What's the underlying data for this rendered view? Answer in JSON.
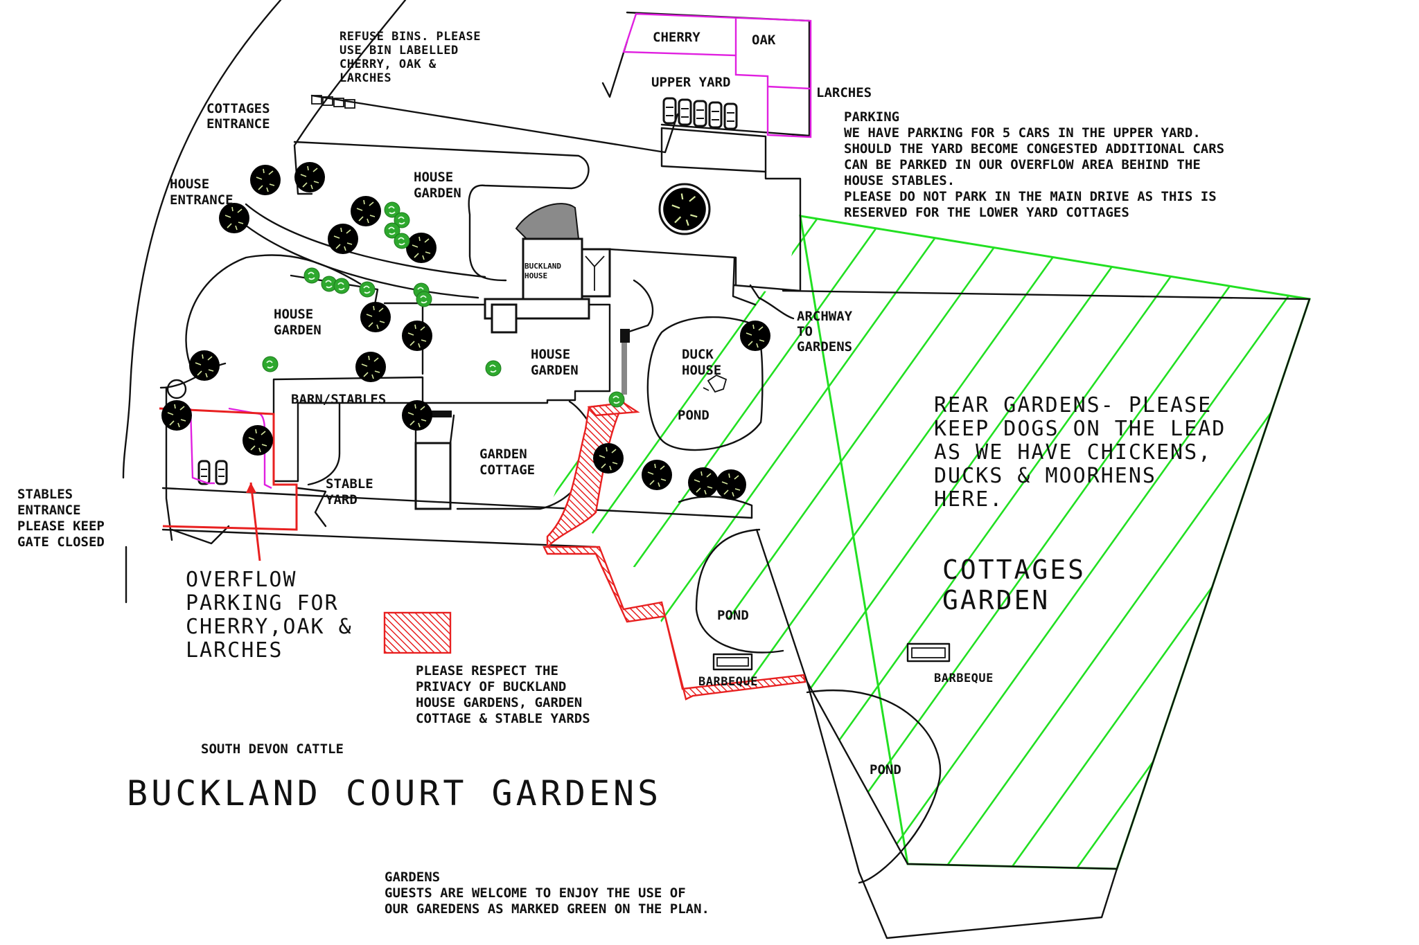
{
  "title": "BUCKLAND COURT GARDENS",
  "colors": {
    "garden_hatch": "#22e022",
    "private_area": "#e82020",
    "parking_allocation": "#e020e0",
    "tree": "#78a21e",
    "line": "#111111"
  },
  "labels": {
    "refuse_bins": [
      "REFUSE BINS. PLEASE",
      "USE BIN LABELLED",
      "CHERRY, OAK &",
      "LARCHES"
    ],
    "cottages_entrance": [
      "COTTAGES",
      "ENTRANCE"
    ],
    "house_entrance": [
      "HOUSE",
      "ENTRANCE"
    ],
    "house_garden_top": [
      "HOUSE",
      "GARDEN"
    ],
    "house_garden_left": [
      "HOUSE",
      "GARDEN"
    ],
    "house_garden_center": [
      "HOUSE",
      "GARDEN"
    ],
    "buckland_house": [
      "BUCKLAND",
      "HOUSE"
    ],
    "barn_stables": "BARN/STABLES",
    "stable_yard": [
      "STABLE",
      "YARD"
    ],
    "garden_cottage": [
      "GARDEN",
      "COTTAGE"
    ],
    "duck_house": [
      "DUCK",
      "HOUSE"
    ],
    "pond_duck": "POND",
    "pond_mid": "POND",
    "pond_bottom": "POND",
    "barbeque_left": "BARBEQUE",
    "barbeque_right": "BARBEQUE",
    "archway": [
      "ARCHWAY",
      "TO",
      "GARDENS"
    ],
    "upper_yard": "UPPER YARD",
    "cherry": "CHERRY",
    "oak": "OAK",
    "larches": "LARCHES",
    "stables_entrance": [
      "STABLES",
      "ENTRANCE",
      "PLEASE KEEP",
      "GATE CLOSED"
    ],
    "overflow_parking": [
      "OVERFLOW",
      "PARKING FOR",
      "CHERRY,OAK &",
      "LARCHES"
    ],
    "privacy_note": [
      "PLEASE RESPECT THE",
      "PRIVACY OF BUCKLAND",
      "HOUSE GARDENS, GARDEN",
      "COTTAGE & STABLE YARDS"
    ],
    "south_devon_cattle": "SOUTH DEVON CATTLE",
    "rear_gardens": [
      "REAR GARDENS- PLEASE",
      "KEEP DOGS ON THE LEAD",
      "AS WE HAVE CHICKENS,",
      "DUCKS & MOORHENS",
      "HERE."
    ],
    "cottages_garden": [
      "COTTAGES",
      "GARDEN"
    ]
  },
  "notes": {
    "parking": {
      "heading": "PARKING",
      "lines": [
        "WE HAVE PARKING FOR 5 CARS IN THE UPPER YARD.",
        "SHOULD THE YARD BECOME CONGESTED ADDITIONAL CARS",
        "CAN BE PARKED IN OUR OVERFLOW AREA BEHIND THE",
        "HOUSE STABLES.",
        "PLEASE DO NOT PARK IN THE MAIN DRIVE AS THIS IS",
        "RESERVED FOR THE LOWER YARD COTTAGES"
      ]
    },
    "gardens": {
      "heading": "GARDENS",
      "lines": [
        "GUESTS ARE WELCOME TO ENJOY THE USE OF",
        "OUR GAREDENS AS MARKED GREEN ON THE PLAN."
      ]
    }
  },
  "parking": {
    "upper_yard_spaces": 5,
    "overflow_spaces_drawn": 2
  }
}
